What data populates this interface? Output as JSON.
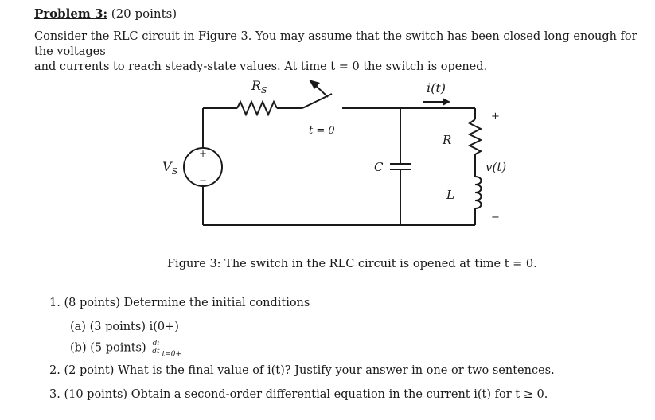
{
  "problem": {
    "label": "Problem 3:",
    "points": "(20 points)"
  },
  "intro": {
    "line1": "Consider the RLC circuit in Figure 3. You may assume that the switch has been closed long enough for the voltages",
    "line2": "and currents to reach steady-state values. At time t = 0 the switch is opened."
  },
  "figure": {
    "labels": {
      "rs": "R",
      "rs_sub": "S",
      "current": "i(t)",
      "switch_time": "t = 0",
      "vs": "V",
      "vs_sub": "S",
      "plus": "+",
      "minus": "−",
      "capacitor": "C",
      "resistor": "R",
      "inductor": "L",
      "voltage": "v(t)",
      "v_plus": "+",
      "v_minus": "−"
    },
    "caption": "Figure 3: The switch in the RLC circuit is opened at time t = 0."
  },
  "questions": [
    {
      "num": "1.",
      "text": "(8 points) Determine the initial conditions"
    },
    {
      "num": "(a)",
      "text": "(3 points) i(0+)"
    },
    {
      "num": "(b)",
      "text": "(5 points)"
    },
    {
      "num": "2.",
      "text": "(2 point) What is the final value of i(t)? Justify your answer in one or two sentences."
    },
    {
      "num": "3.",
      "text": "(10 points) Obtain a second-order differential equation in the current i(t) for t ≥ 0."
    }
  ],
  "derivative": {
    "num": "di",
    "den": "dt",
    "eval": "t=0+"
  }
}
